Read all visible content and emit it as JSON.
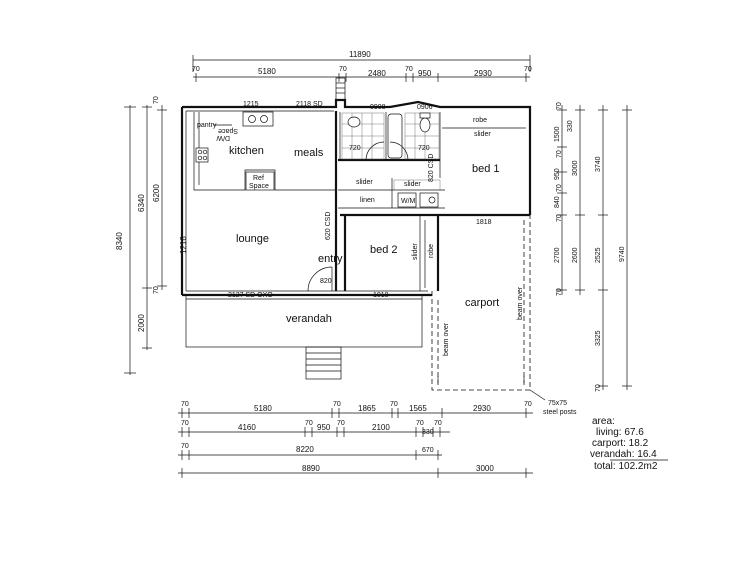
{
  "top_dims": {
    "overall": "11890",
    "row": [
      "70",
      "5180",
      "70",
      "2480",
      "70",
      "950",
      "2930",
      "70"
    ]
  },
  "bottom_dims": {
    "row1": [
      "70",
      "5180",
      "70",
      "1865",
      "70",
      "1565",
      "2930",
      "70"
    ],
    "row2": [
      "70",
      "4160",
      "70",
      "950",
      "70",
      "2100",
      "70",
      "330",
      "70"
    ],
    "row3": [
      "70",
      "8220",
      "670"
    ],
    "row4": [
      "8890",
      "3000"
    ]
  },
  "left_dims": [
    "8340",
    "6340",
    "6200",
    "1218",
    "2000",
    "70",
    "70"
  ],
  "right_dims": [
    "70",
    "1500",
    "330",
    "70",
    "3000",
    "950",
    "70",
    "840",
    "70",
    "3740",
    "2700",
    "2600",
    "2525",
    "9740",
    "70",
    "3325",
    "70"
  ],
  "openings": {
    "w1215": "1215",
    "w2118": "2118 SD",
    "w0908a": "0908",
    "w0906": "0906",
    "w720a": "720",
    "w720b": "720",
    "w820csd": "820 CSD",
    "w620csd": "620 CSD",
    "w820": "820",
    "w2127": "2127 SD OXO",
    "w1018": "1018",
    "w1818": "1818"
  },
  "rooms": {
    "pantry": "pantry",
    "dw": "D/W",
    "space": "Space",
    "kitchen": "kitchen",
    "meals": "meals",
    "ref": "Ref",
    "ref_space": "Space",
    "lounge": "lounge",
    "entry": "entry",
    "bed1": "bed 1",
    "bed2": "bed 2",
    "robe1": "robe",
    "robe2": "robe",
    "slider1": "slider",
    "slider2": "slider",
    "slider3": "slider",
    "slider4": "slider",
    "linen": "linen",
    "wm": "W/M",
    "carport": "carport",
    "verandah": "verandah",
    "beam_over1": "beam over",
    "beam_over2": "beam over"
  },
  "posts_note": [
    "75x75",
    "steel posts"
  ],
  "areas": {
    "heading": "area:",
    "living": "living:  67.6",
    "carport": "carport:  18.2",
    "verandah": "verandah:  16.4",
    "total": "total:  102.2m2"
  }
}
